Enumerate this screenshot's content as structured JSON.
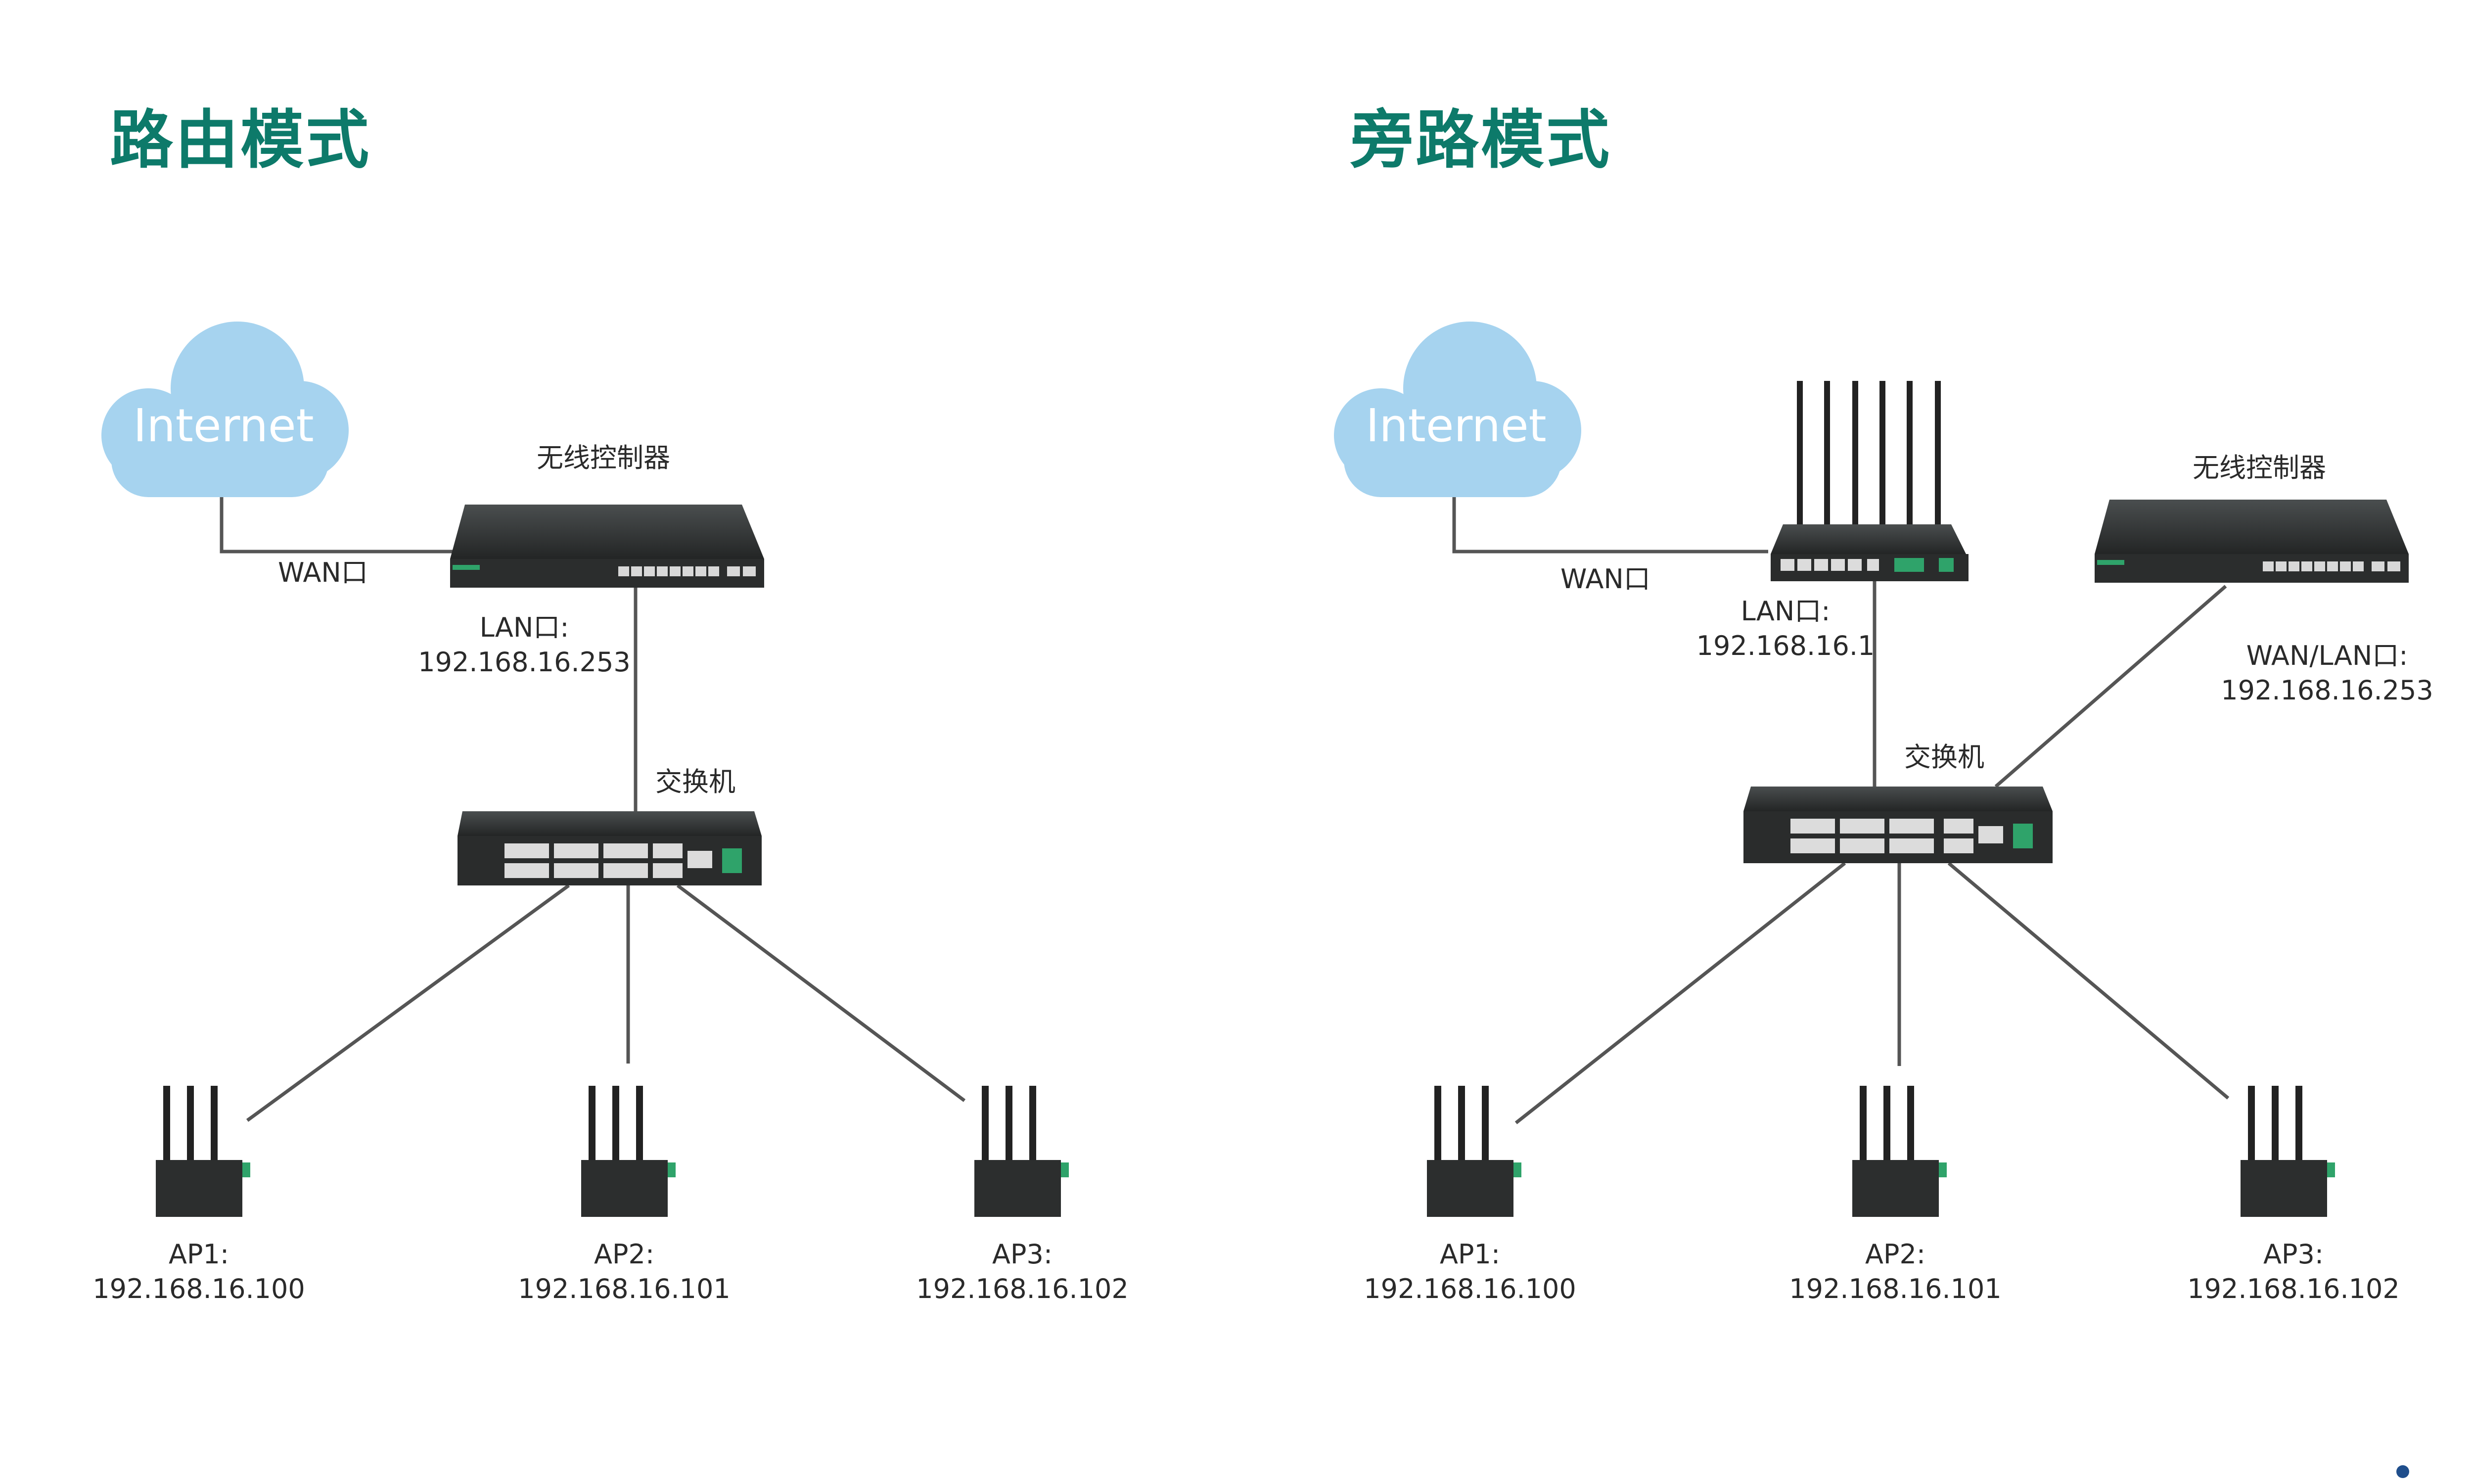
{
  "left": {
    "title": "路由模式",
    "cloud_label": "Internet",
    "controller_label": "无线控制器",
    "wan_label": "WAN口",
    "lan_label": "LAN口:",
    "lan_ip": "192.168.16.253",
    "switch_label": "交换机",
    "aps": [
      {
        "name": "AP1:",
        "ip": "192.168.16.100"
      },
      {
        "name": "AP2:",
        "ip": "192.168.16.101"
      },
      {
        "name": "AP3:",
        "ip": "192.168.16.102"
      }
    ]
  },
  "right": {
    "title": "旁路模式",
    "cloud_label": "Internet",
    "wan_label": "WAN口",
    "lan_label": "LAN口:",
    "lan_ip": "192.168.16.1",
    "controller_label": "无线控制器",
    "wanlan_label": "WAN/LAN口:",
    "wanlan_ip": "192.168.16.253",
    "switch_label": "交换机",
    "aps": [
      {
        "name": "AP1:",
        "ip": "192.168.16.100"
      },
      {
        "name": "AP2:",
        "ip": "192.168.16.101"
      },
      {
        "name": "AP3:",
        "ip": "192.168.16.102"
      }
    ]
  },
  "colors": {
    "title": "#0d7a6a",
    "cloud": "#a6d3ef",
    "line": "#555555",
    "device": "#2f3232",
    "accent": "#2fa36a"
  }
}
